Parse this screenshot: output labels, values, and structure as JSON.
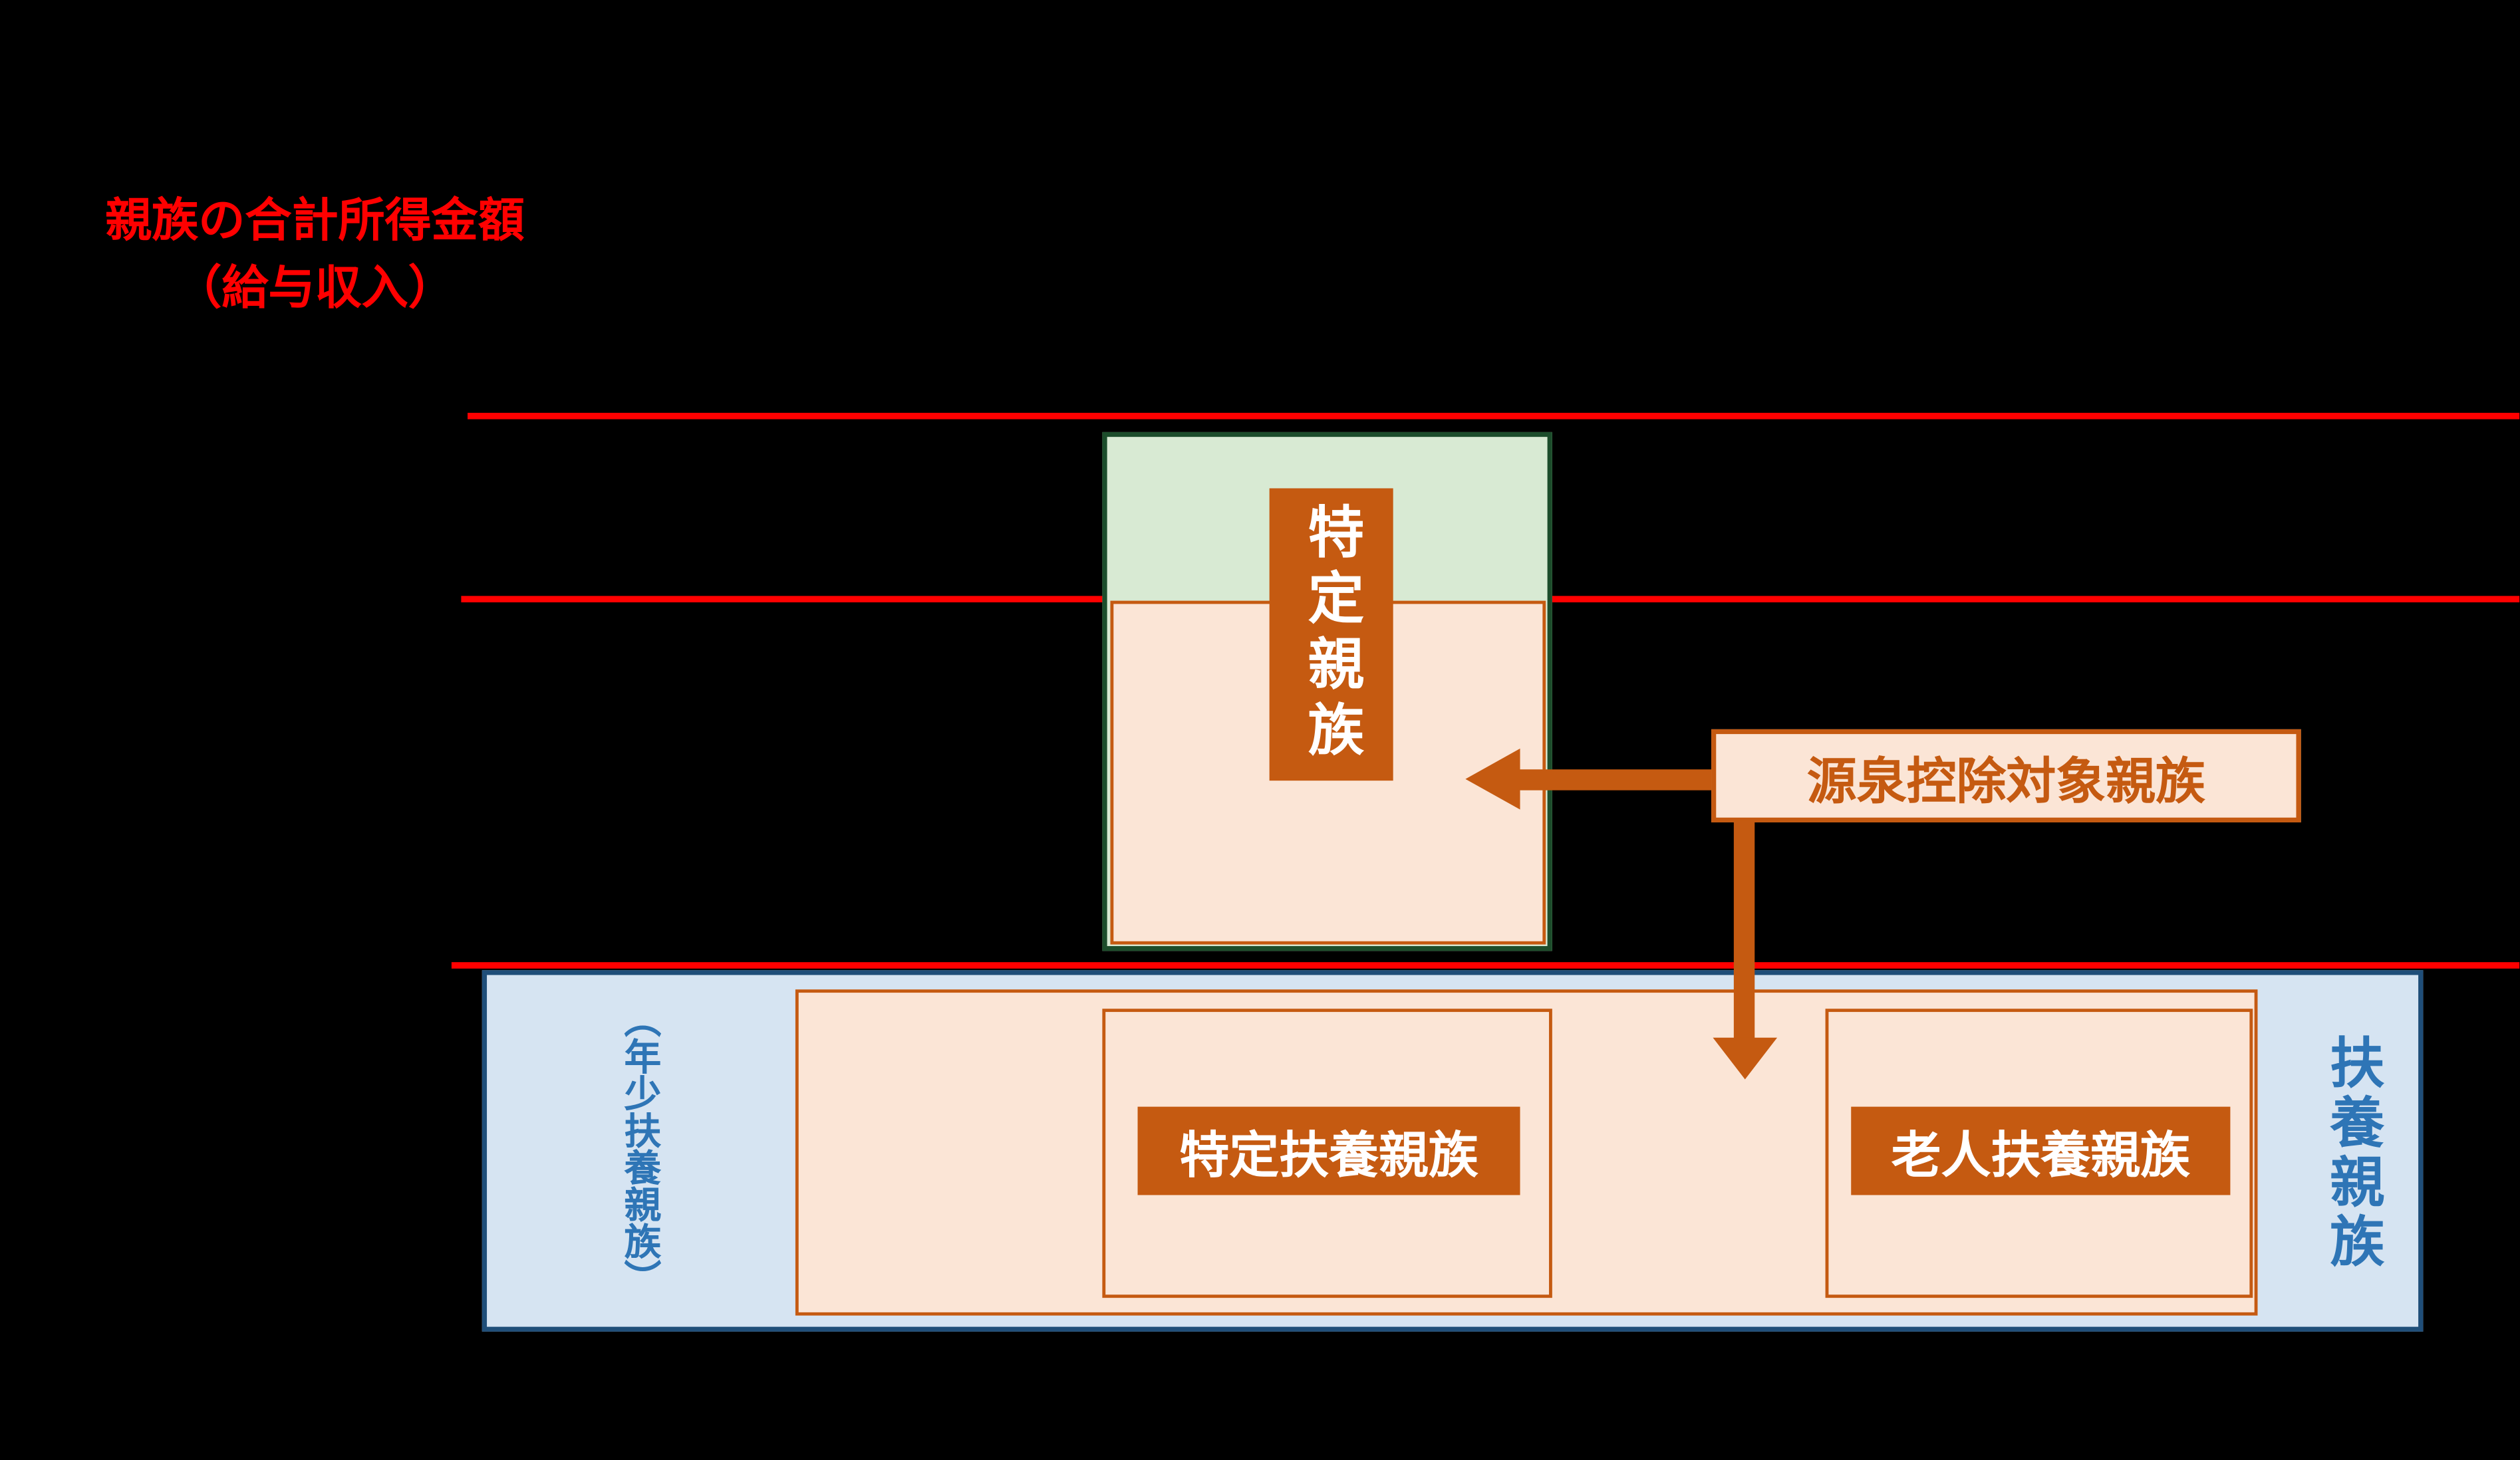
{
  "title": {
    "line1": "親族の合計所得金額",
    "line2": "（給与収入）"
  },
  "special_relative": {
    "label": "特定親族"
  },
  "withholding_box": {
    "label": "源泉控除対象親族"
  },
  "bottom": {
    "young_dependent_label": "（年少扶養親族）",
    "specific_dependent_label": "特定扶養親族",
    "elderly_dependent_label": "老人扶養親族",
    "dependent_relative_label": "扶養親族"
  },
  "colors": {
    "background": "#000000",
    "red_line": "#FF0000",
    "title_text": "#FF0000",
    "orange_dark": "#C55A11",
    "peach_fill": "#FBE5D6",
    "green_fill": "#D8EAD3",
    "green_border": "#1C4D2B",
    "blue_fill": "#D6E4F2",
    "blue_border": "#1F4E79",
    "blue_text": "#2E75B6",
    "label_text": "#FFFFFF"
  }
}
